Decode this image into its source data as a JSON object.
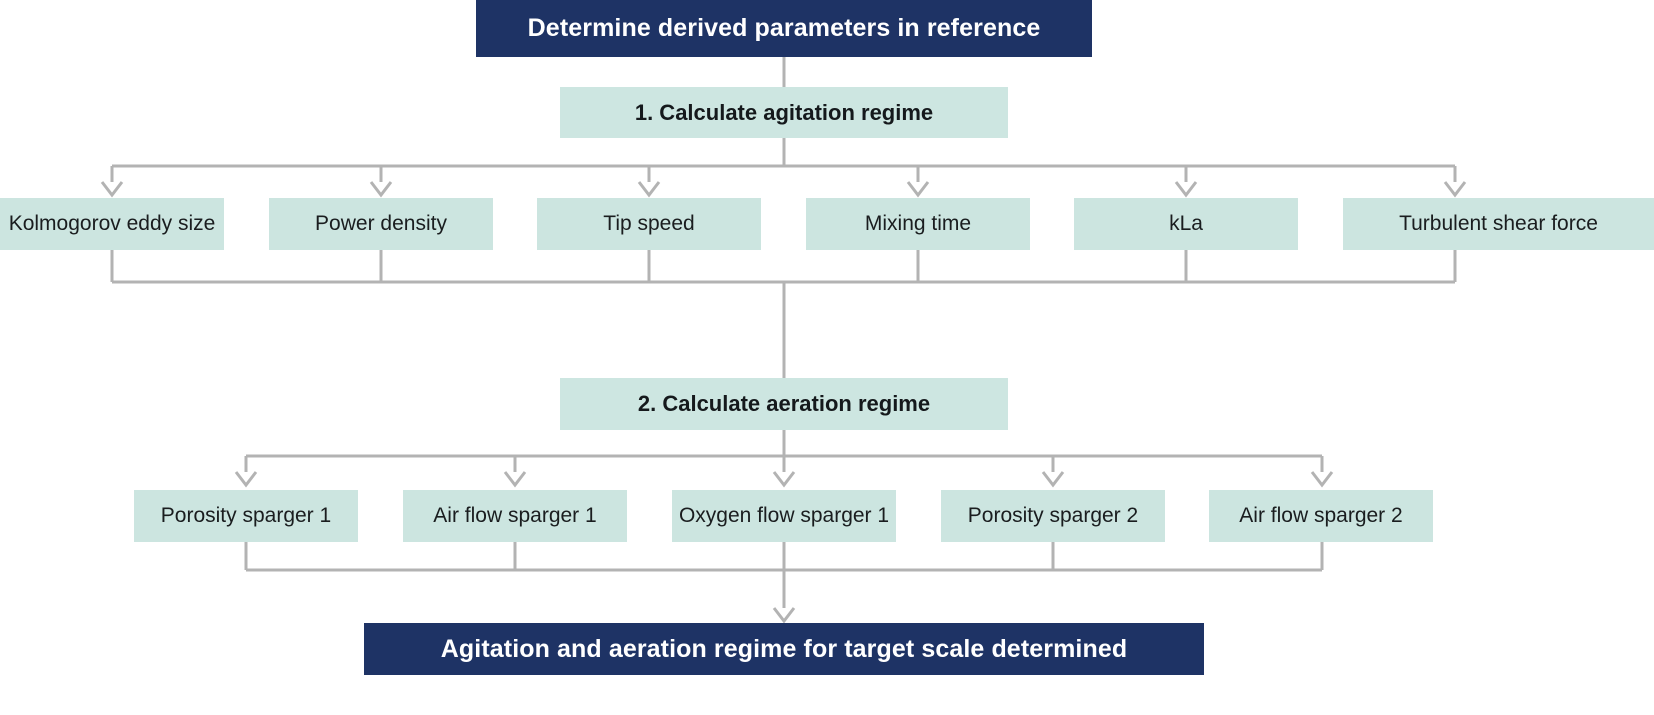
{
  "diagram": {
    "title_top": "Determine derived parameters in reference",
    "title_bottom": "Agitation and aeration regime for target scale determined",
    "stage1": "1. Calculate agitation regime",
    "stage2": "2. Calculate aeration regime",
    "colors": {
      "terminal_fill": "#1e3365",
      "terminal_text": "#ffffff",
      "node_fill": "#cce5e0",
      "node_text": "#1a1d1f",
      "connector": "#b3b3b3",
      "background": "#ffffff"
    },
    "agitation_parameters": [
      {
        "label": "Kolmogorov eddy size"
      },
      {
        "label": "Power density"
      },
      {
        "label": "Tip speed"
      },
      {
        "label": "Mixing time"
      },
      {
        "label": "kLa"
      },
      {
        "label": "Turbulent shear force"
      }
    ],
    "aeration_parameters": [
      {
        "label": "Porosity sparger 1"
      },
      {
        "label": "Air flow sparger 1"
      },
      {
        "label": "Oxygen flow sparger 1"
      },
      {
        "label": "Porosity sparger 2"
      },
      {
        "label": "Air flow sparger 2"
      }
    ]
  }
}
